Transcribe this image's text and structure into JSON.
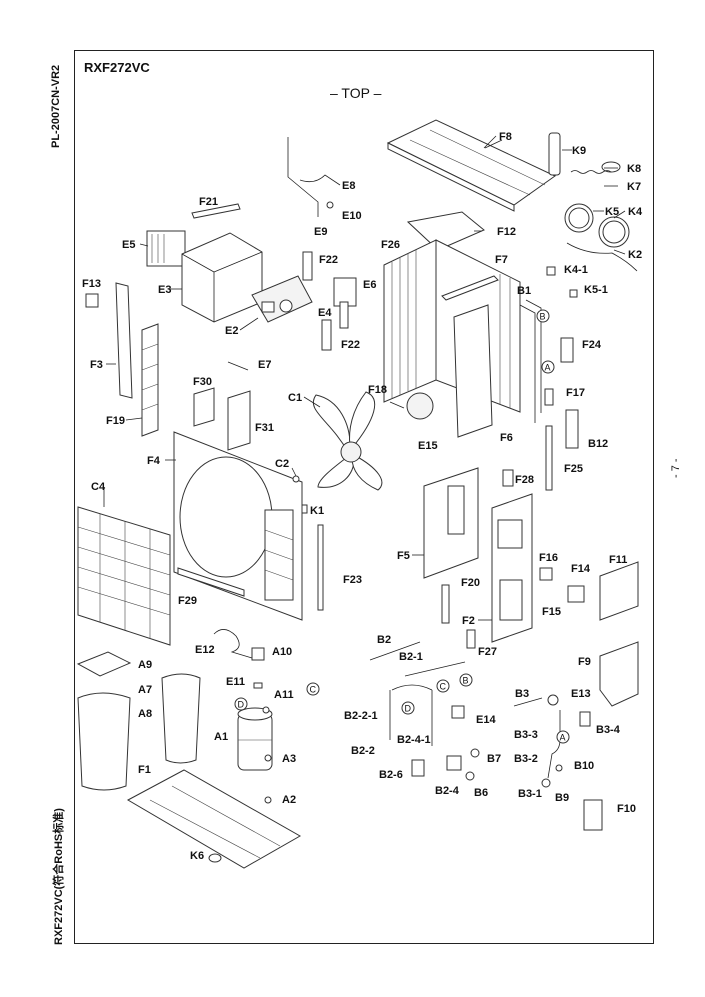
{
  "header": {
    "model": "RXF272VC",
    "view_label": "– TOP –",
    "side_code": "PL-2007CN-VR2",
    "side_note": "RXF272VC(符合RoHS标准)",
    "page_number": "- 7 -"
  },
  "parts": {
    "F8": "F8",
    "K9": "K9",
    "K8": "K8",
    "K7": "K7",
    "K5": "K5",
    "K4": "K4",
    "K2": "K2",
    "K4_1": "K4-1",
    "K5_1": "K5-1",
    "E8": "E8",
    "E10": "E10",
    "E9": "E9",
    "F21": "F21",
    "F12": "F12",
    "F26": "F26",
    "F7": "F7",
    "E5": "E5",
    "F22a": "F22",
    "E6": "E6",
    "E3": "E3",
    "F13": "F13",
    "B1": "B1",
    "E4": "E4",
    "E2": "E2",
    "F22b": "F22",
    "F24": "F24",
    "F3": "F3",
    "E7": "E7",
    "F30": "F30",
    "F18": "F18",
    "C1": "C1",
    "F17": "F17",
    "F19": "F19",
    "F31": "F31",
    "E15": "E15",
    "F6": "F6",
    "B12": "B12",
    "F4": "F4",
    "C2": "C2",
    "F25": "F25",
    "F28": "F28",
    "C4": "C4",
    "K1": "K1",
    "F5": "F5",
    "F16": "F16",
    "F11": "F11",
    "F14": "F14",
    "F23": "F23",
    "F20": "F20",
    "F15": "F15",
    "F29": "F29",
    "F2": "F2",
    "F27": "F27",
    "E12": "E12",
    "A10": "A10",
    "B2": "B2",
    "A9": "A9",
    "B2_1": "B2-1",
    "F9": "F9",
    "E11": "E11",
    "A7": "A7",
    "A11": "A11",
    "B3": "B3",
    "E13": "E13",
    "A8": "A8",
    "B2_2_1": "B2-2-1",
    "E14": "E14",
    "B3_3": "B3-3",
    "B3_4": "B3-4",
    "A1": "A1",
    "B2_2": "B2-2",
    "B2_4_1": "B2-4-1",
    "A3": "A3",
    "B7": "B7",
    "B3_2": "B3-2",
    "B10": "B10",
    "F1": "F1",
    "B2_6": "B2-6",
    "A2": "A2",
    "B2_4": "B2-4",
    "B6": "B6",
    "B3_1": "B3-1",
    "B9": "B9",
    "F10": "F10",
    "K6": "K6"
  },
  "markers": {
    "A": "A",
    "B": "B",
    "C": "C",
    "D": "D"
  }
}
